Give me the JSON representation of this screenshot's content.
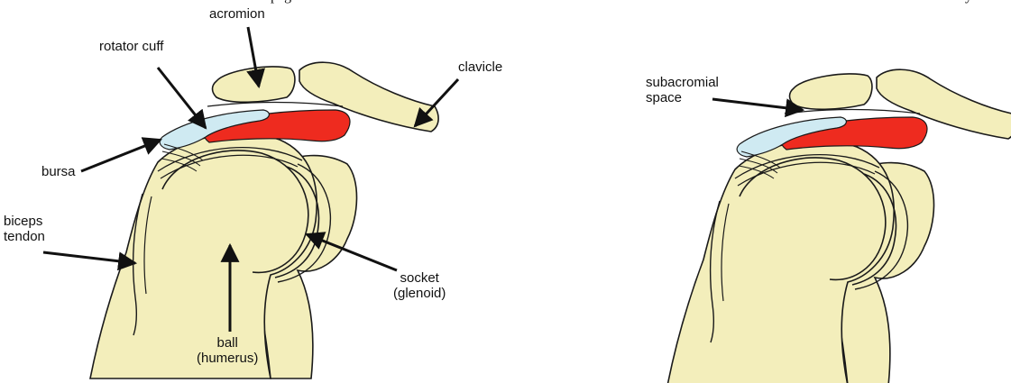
{
  "header_fragment": {
    "left": "page",
    "right": "y"
  },
  "colors": {
    "bone": "#f3eebb",
    "outline": "#1a1a1a",
    "rotator_cuff": "#ee2b1f",
    "bursa": "#cfeaf2",
    "arrow": "#111111"
  },
  "left_diagram": {
    "labels": {
      "acromion": "acromion",
      "rotator_cuff": "rotator cuff",
      "clavicle": "clavicle",
      "bursa": "bursa",
      "biceps_tendon_line1": "biceps",
      "biceps_tendon_line2": "tendon",
      "socket_line1": "socket",
      "socket_line2": "(glenoid)",
      "ball_line1": "ball",
      "ball_line2": "(humerus)"
    }
  },
  "right_diagram": {
    "labels": {
      "subacromial_line1": "subacromial",
      "subacromial_line2": "space"
    }
  }
}
